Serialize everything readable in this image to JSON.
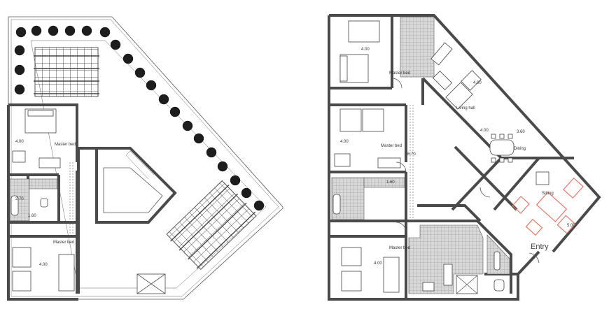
{
  "labels": {
    "left_bedroom_top_dim": "4.00",
    "left_bedroom_top_name": "Master bed",
    "left_bath_dim": "2.70",
    "left_bath_dim2": "1.60",
    "left_bedroom_bottom_name": "Master bed",
    "left_bedroom_bottom_dim": "4.00",
    "right_bedroom_top_dim": "4.00",
    "right_bedroom_top_name": "Master bed",
    "right_bedroom_mid_dim": "4.00",
    "right_bedroom_mid_name": "Master bed",
    "right_corridor_dim": "6.70",
    "right_bath_dim": "1.60",
    "right_bedroom_bottom_name": "Master bed",
    "right_bedroom_bottom_dim": "4.00",
    "living_dim": "4.00",
    "living_name": "Living hall",
    "dining_dim_a": "4.00",
    "dining_dim_b": "3.60",
    "dining_name": "Dining",
    "sitting_name": "Sitting",
    "sitting_dim": "5.00",
    "entry_label": "Entry"
  },
  "colors": {
    "wall": "#4a4a4a",
    "furniture_accent": "#e07a6a",
    "tile_fill": "#cfcfcf"
  }
}
